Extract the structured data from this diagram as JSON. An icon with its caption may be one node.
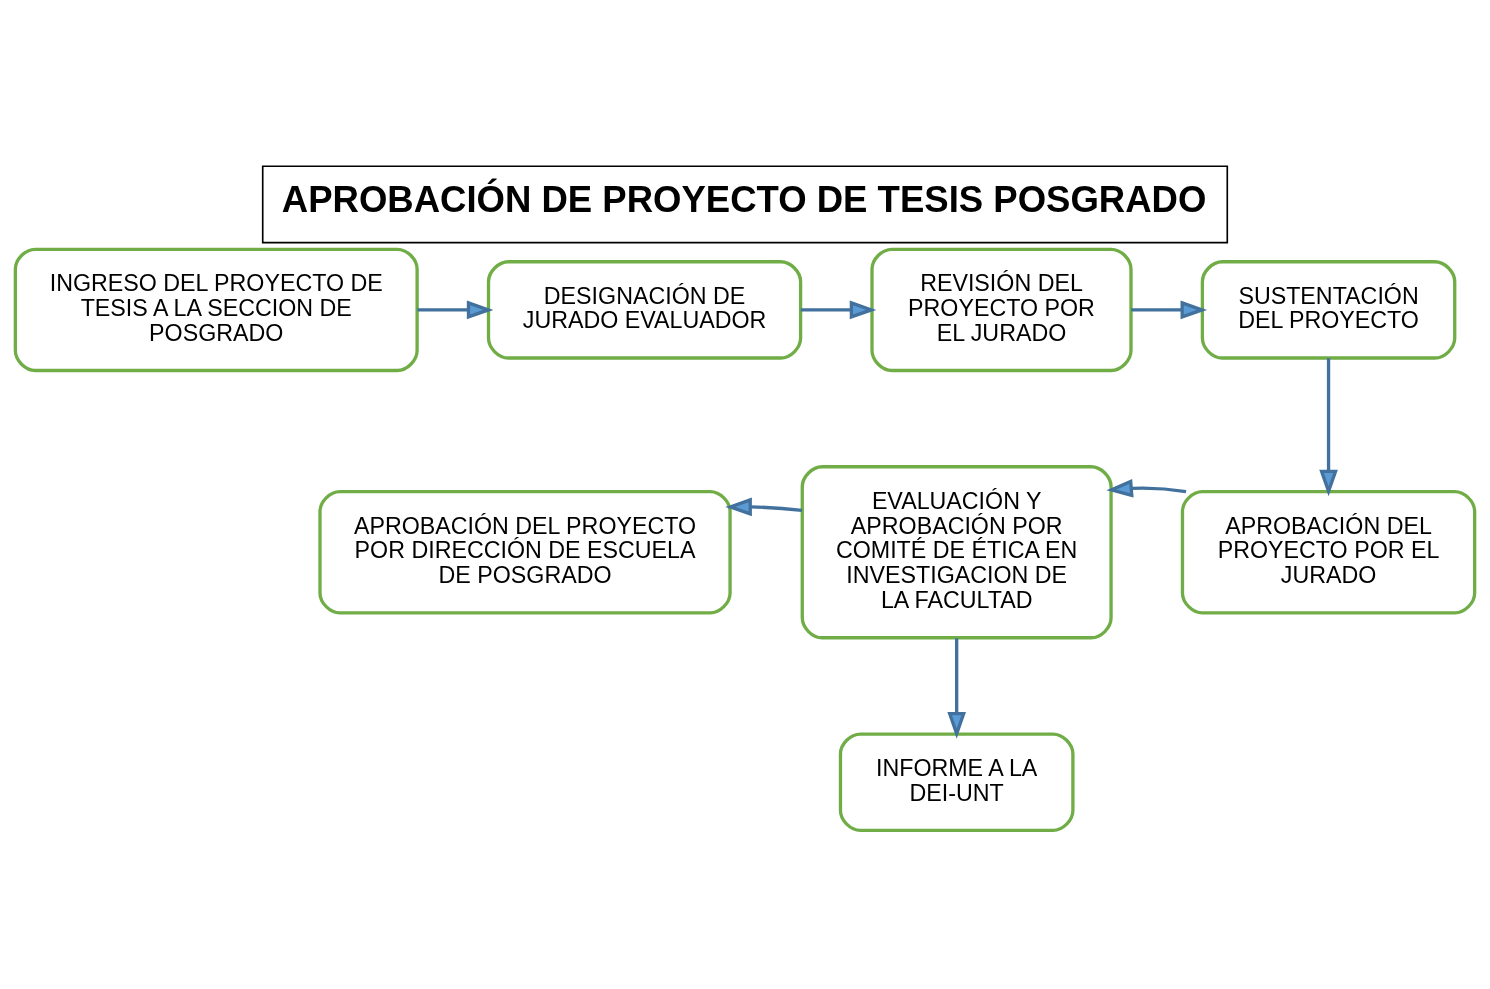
{
  "diagram": {
    "title": "APROBACIÓN DE PROYECTO DE TESIS POSGRADO",
    "nodes": [
      {
        "text": [
          "INGRESO DEL PROYECTO DE TESIS A LA SECCION DE POSGRADO"
        ]
      },
      {
        "text": [
          "DESIGNACIÓN DE JURADO EVALUADOR"
        ]
      },
      {
        "text": [
          "REVISIÓN DEL PROYECTO POR EL JURADO"
        ]
      },
      {
        "text": [
          "SUSTENTACIÓN DEL PROYECTO"
        ]
      },
      {
        "text": [
          "APROBACIÓN DEL PROYECTO POR EL JURADO"
        ]
      },
      {
        "text": [
          "EVALUACIÓN Y APROBACIÓN POR COMITÉ DE ÉTICA EN INVESTIGACION DE LA FACULTAD"
        ]
      },
      {
        "text": [
          "APROBACIÓN DEL PROYECTO POR DIRECCIÓN DE ESCUELA DE POSGRADO"
        ]
      },
      {
        "text": [
          "INFORME A LA DEI-UNT"
        ]
      }
    ],
    "edges": [
      {
        "from": 0,
        "to": 1,
        "arrow": "to"
      },
      {
        "from": 1,
        "to": 2,
        "arrow": "to"
      },
      {
        "from": 2,
        "to": 3,
        "arrow": "to"
      },
      {
        "from": 3,
        "to": 4,
        "arrow": "to"
      },
      {
        "from": 4,
        "to": 5,
        "arrow": "to"
      },
      {
        "from": 5,
        "to": 6,
        "arrow": "to"
      },
      {
        "from": 5,
        "to": 7,
        "arrow": "to"
      }
    ]
  }
}
